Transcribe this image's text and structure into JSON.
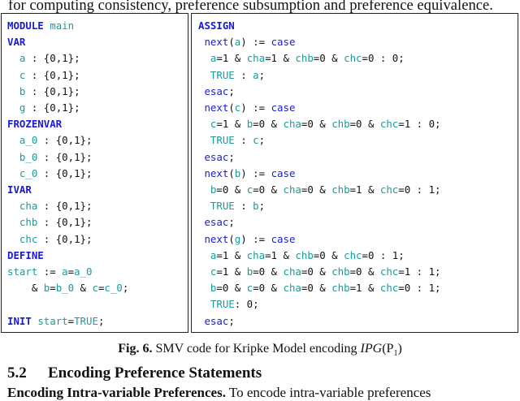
{
  "page": {
    "top_line": "for computing consistency, preference subsumption and preference equivalence.",
    "figure": {
      "left_panel": [
        [
          {
            "t": "MODULE",
            "c": "kw"
          },
          {
            "t": " "
          },
          {
            "t": "main",
            "c": "id"
          }
        ],
        [
          {
            "t": "VAR",
            "c": "kw"
          }
        ],
        [
          {
            "t": "  "
          },
          {
            "t": "a",
            "c": "id"
          },
          {
            "t": " : {0,1};"
          }
        ],
        [
          {
            "t": "  "
          },
          {
            "t": "c",
            "c": "id"
          },
          {
            "t": " : {0,1};"
          }
        ],
        [
          {
            "t": "  "
          },
          {
            "t": "b",
            "c": "id"
          },
          {
            "t": " : {0,1};"
          }
        ],
        [
          {
            "t": "  "
          },
          {
            "t": "g",
            "c": "id"
          },
          {
            "t": " : {0,1};"
          }
        ],
        [
          {
            "t": "FROZENVAR",
            "c": "kw"
          }
        ],
        [
          {
            "t": "  "
          },
          {
            "t": "a_0",
            "c": "id"
          },
          {
            "t": " : {0,1};"
          }
        ],
        [
          {
            "t": "  "
          },
          {
            "t": "b_0",
            "c": "id"
          },
          {
            "t": " : {0,1};"
          }
        ],
        [
          {
            "t": "  "
          },
          {
            "t": "c_0",
            "c": "id"
          },
          {
            "t": " : {0,1};"
          }
        ],
        [
          {
            "t": "IVAR",
            "c": "kw"
          }
        ],
        [
          {
            "t": "  "
          },
          {
            "t": "cha",
            "c": "id"
          },
          {
            "t": " : {0,1};"
          }
        ],
        [
          {
            "t": "  "
          },
          {
            "t": "chb",
            "c": "id"
          },
          {
            "t": " : {0,1};"
          }
        ],
        [
          {
            "t": "  "
          },
          {
            "t": "chc",
            "c": "id"
          },
          {
            "t": " : {0,1};"
          }
        ],
        [
          {
            "t": "DEFINE",
            "c": "kw"
          }
        ],
        [
          {
            "t": "start",
            "c": "id"
          },
          {
            "t": " := "
          },
          {
            "t": "a",
            "c": "id"
          },
          {
            "t": "="
          },
          {
            "t": "a_0",
            "c": "id"
          }
        ],
        [
          {
            "t": "    & "
          },
          {
            "t": "b",
            "c": "id"
          },
          {
            "t": "="
          },
          {
            "t": "b_0",
            "c": "id"
          },
          {
            "t": " & "
          },
          {
            "t": "c",
            "c": "id"
          },
          {
            "t": "="
          },
          {
            "t": "c_0",
            "c": "id"
          },
          {
            "t": ";"
          }
        ],
        [
          {
            "t": ""
          }
        ],
        [
          {
            "t": "INIT",
            "c": "kw"
          },
          {
            "t": " "
          },
          {
            "t": "start",
            "c": "id"
          },
          {
            "t": "="
          },
          {
            "t": "TRUE",
            "c": "id"
          },
          {
            "t": ";"
          }
        ]
      ],
      "right_panel": [
        [
          {
            "t": "ASSIGN",
            "c": "kw"
          }
        ],
        [
          {
            "t": " "
          },
          {
            "t": "next",
            "c": "kwn"
          },
          {
            "t": "("
          },
          {
            "t": "a",
            "c": "id"
          },
          {
            "t": ") := "
          },
          {
            "t": "case",
            "c": "kwn"
          }
        ],
        [
          {
            "t": "  "
          },
          {
            "t": "a",
            "c": "id"
          },
          {
            "t": "=1 & "
          },
          {
            "t": "cha",
            "c": "id"
          },
          {
            "t": "=1 & "
          },
          {
            "t": "chb",
            "c": "id"
          },
          {
            "t": "=0 & "
          },
          {
            "t": "chc",
            "c": "id"
          },
          {
            "t": "=0 : 0;"
          }
        ],
        [
          {
            "t": "  "
          },
          {
            "t": "TRUE",
            "c": "id"
          },
          {
            "t": " : "
          },
          {
            "t": "a",
            "c": "id"
          },
          {
            "t": ";"
          }
        ],
        [
          {
            "t": " "
          },
          {
            "t": "esac",
            "c": "kwn"
          },
          {
            "t": ";"
          }
        ],
        [
          {
            "t": " "
          },
          {
            "t": "next",
            "c": "kwn"
          },
          {
            "t": "("
          },
          {
            "t": "c",
            "c": "id"
          },
          {
            "t": ") := "
          },
          {
            "t": "case",
            "c": "kwn"
          }
        ],
        [
          {
            "t": "  "
          },
          {
            "t": "c",
            "c": "id"
          },
          {
            "t": "=1 & "
          },
          {
            "t": "b",
            "c": "id"
          },
          {
            "t": "=0 & "
          },
          {
            "t": "cha",
            "c": "id"
          },
          {
            "t": "=0 & "
          },
          {
            "t": "chb",
            "c": "id"
          },
          {
            "t": "=0 & "
          },
          {
            "t": "chc",
            "c": "id"
          },
          {
            "t": "=1 : 0;"
          }
        ],
        [
          {
            "t": "  "
          },
          {
            "t": "TRUE",
            "c": "id"
          },
          {
            "t": " : "
          },
          {
            "t": "c",
            "c": "id"
          },
          {
            "t": ";"
          }
        ],
        [
          {
            "t": " "
          },
          {
            "t": "esac",
            "c": "kwn"
          },
          {
            "t": ";"
          }
        ],
        [
          {
            "t": " "
          },
          {
            "t": "next",
            "c": "kwn"
          },
          {
            "t": "("
          },
          {
            "t": "b",
            "c": "id"
          },
          {
            "t": ") := "
          },
          {
            "t": "case",
            "c": "kwn"
          }
        ],
        [
          {
            "t": "  "
          },
          {
            "t": "b",
            "c": "id"
          },
          {
            "t": "=0 & "
          },
          {
            "t": "c",
            "c": "id"
          },
          {
            "t": "=0 & "
          },
          {
            "t": "cha",
            "c": "id"
          },
          {
            "t": "=0 & "
          },
          {
            "t": "chb",
            "c": "id"
          },
          {
            "t": "=1 & "
          },
          {
            "t": "chc",
            "c": "id"
          },
          {
            "t": "=0 : 1;"
          }
        ],
        [
          {
            "t": "  "
          },
          {
            "t": "TRUE",
            "c": "id"
          },
          {
            "t": " : "
          },
          {
            "t": "b",
            "c": "id"
          },
          {
            "t": ";"
          }
        ],
        [
          {
            "t": " "
          },
          {
            "t": "esac",
            "c": "kwn"
          },
          {
            "t": ";"
          }
        ],
        [
          {
            "t": " "
          },
          {
            "t": "next",
            "c": "kwn"
          },
          {
            "t": "("
          },
          {
            "t": "g",
            "c": "id"
          },
          {
            "t": ") := "
          },
          {
            "t": "case",
            "c": "kwn"
          }
        ],
        [
          {
            "t": "  "
          },
          {
            "t": "a",
            "c": "id"
          },
          {
            "t": "=1 & "
          },
          {
            "t": "cha",
            "c": "id"
          },
          {
            "t": "=1 & "
          },
          {
            "t": "chb",
            "c": "id"
          },
          {
            "t": "=0 & "
          },
          {
            "t": "chc",
            "c": "id"
          },
          {
            "t": "=0 : 1;"
          }
        ],
        [
          {
            "t": "  "
          },
          {
            "t": "c",
            "c": "id"
          },
          {
            "t": "=1 & "
          },
          {
            "t": "b",
            "c": "id"
          },
          {
            "t": "=0 & "
          },
          {
            "t": "cha",
            "c": "id"
          },
          {
            "t": "=0 & "
          },
          {
            "t": "chb",
            "c": "id"
          },
          {
            "t": "=0 & "
          },
          {
            "t": "chc",
            "c": "id"
          },
          {
            "t": "=1 : 1;"
          }
        ],
        [
          {
            "t": "  "
          },
          {
            "t": "b",
            "c": "id"
          },
          {
            "t": "=0 & "
          },
          {
            "t": "c",
            "c": "id"
          },
          {
            "t": "=0 & "
          },
          {
            "t": "cha",
            "c": "id"
          },
          {
            "t": "=0 & "
          },
          {
            "t": "chb",
            "c": "id"
          },
          {
            "t": "=1 & "
          },
          {
            "t": "chc",
            "c": "id"
          },
          {
            "t": "=0 : 1;"
          }
        ],
        [
          {
            "t": "  "
          },
          {
            "t": "TRUE",
            "c": "id"
          },
          {
            "t": ": 0;"
          }
        ],
        [
          {
            "t": " "
          },
          {
            "t": "esac",
            "c": "kwn"
          },
          {
            "t": ";"
          }
        ]
      ],
      "caption_label": "Fig. 6.",
      "caption_text": " SMV code for Kripke Model encoding ",
      "caption_math": "IPG",
      "caption_math_arg": "(P",
      "caption_math_sub": "1",
      "caption_math_close": ")"
    },
    "section": {
      "number": "5.2",
      "title": "Encoding Preference Statements"
    },
    "cut_line": {
      "bold": "Encoding Intra-variable Preferences.",
      "text": " To encode intra-variable preferences"
    }
  },
  "colors": {
    "keyword": "#1a1ad6",
    "identifier": "#1a9a9a",
    "text": "#111111",
    "border": "#222222"
  }
}
